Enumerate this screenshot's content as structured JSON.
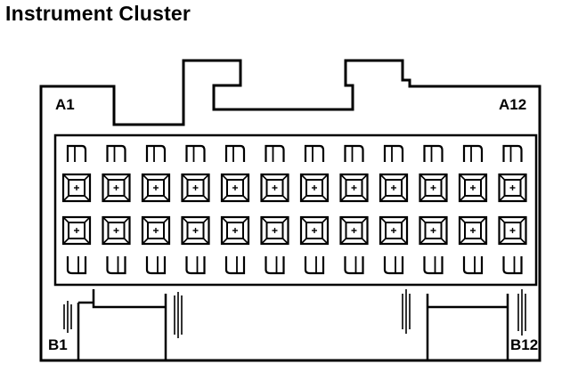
{
  "title": "Instrument Cluster",
  "connector": {
    "columns": 12,
    "rows": [
      "A",
      "B"
    ],
    "labels": {
      "top_left": "A1",
      "top_right": "A12",
      "bottom_left": "B1",
      "bottom_right": "B12"
    }
  },
  "colors": {
    "line": "#000000",
    "background": "#ffffff"
  }
}
